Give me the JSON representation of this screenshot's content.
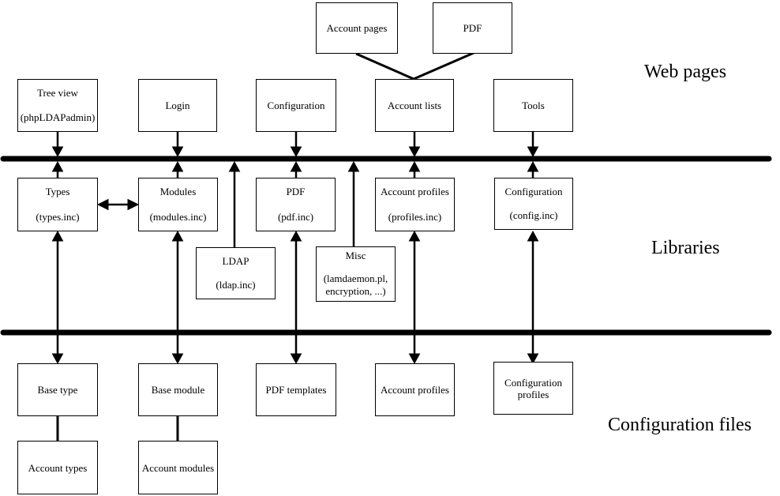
{
  "sections": {
    "web_pages": "Web pages",
    "libraries": "Libraries",
    "configuration_files": "Configuration files"
  },
  "boxes": {
    "account_pages": {
      "line1": "Account pages"
    },
    "pdf_page": {
      "line1": "PDF"
    },
    "tree_view": {
      "line1": "Tree view",
      "line2": "(phpLDAPadmin)"
    },
    "login": {
      "line1": "Login"
    },
    "configuration_page": {
      "line1": "Configuration"
    },
    "account_lists": {
      "line1": "Account lists"
    },
    "tools": {
      "line1": "Tools"
    },
    "types": {
      "line1": "Types",
      "line2": "(types.inc)"
    },
    "modules": {
      "line1": "Modules",
      "line2": "(modules.inc)"
    },
    "pdf_lib": {
      "line1": "PDF",
      "line2": "(pdf.inc)"
    },
    "account_profiles_lib": {
      "line1": "Account profiles",
      "line2": "(profiles.inc)"
    },
    "configuration_lib": {
      "line1": "Configuration",
      "line2": "(config.inc)"
    },
    "ldap": {
      "line1": "LDAP",
      "line2": "(ldap.inc)"
    },
    "misc": {
      "line1": "Misc",
      "line2": "(lamdaemon.pl,",
      "line3": "encryption, ...)"
    },
    "base_type": {
      "line1": "Base type"
    },
    "base_module": {
      "line1": "Base module"
    },
    "pdf_templates": {
      "line1": "PDF templates"
    },
    "account_profiles_file": {
      "line1": "Account profiles"
    },
    "configuration_profiles": {
      "line1": "Configuration",
      "line2": "profiles"
    },
    "account_types": {
      "line1": "Account types"
    },
    "account_modules": {
      "line1": "Account modules"
    }
  },
  "colors": {
    "ink": "#000000",
    "background": "#ffffff"
  }
}
